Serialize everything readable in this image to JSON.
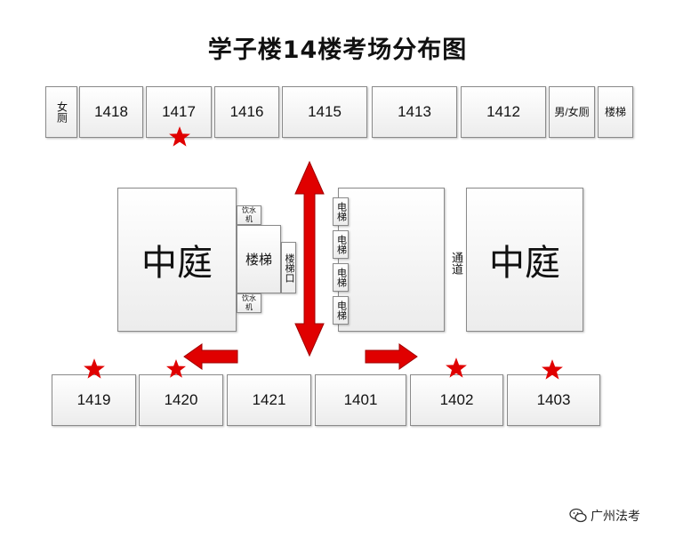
{
  "title": "学子楼14楼考场分布图",
  "top_row": {
    "women_restroom": "女厕",
    "rooms": [
      "1418",
      "1417",
      "1416",
      "1415",
      "1413",
      "1412"
    ],
    "unisex_restroom": "男/女厕",
    "stairs": "楼梯"
  },
  "middle": {
    "courtyard_left": "中庭",
    "courtyard_right": "中庭",
    "water_dispenser": "饮水机",
    "stairs": "楼梯",
    "stair_exit": "楼梯口",
    "elevator": "电梯",
    "passage": "通道"
  },
  "bottom_row": {
    "rooms": [
      "1419",
      "1420",
      "1421",
      "1401",
      "1402",
      "1403"
    ]
  },
  "starred_rooms": [
    "1417",
    "1419",
    "1420",
    "1402",
    "1403"
  ],
  "colors": {
    "arrow": "#e00000",
    "star": "#e00000"
  },
  "watermark": {
    "icon": "wechat-icon",
    "text": "广州法考"
  }
}
